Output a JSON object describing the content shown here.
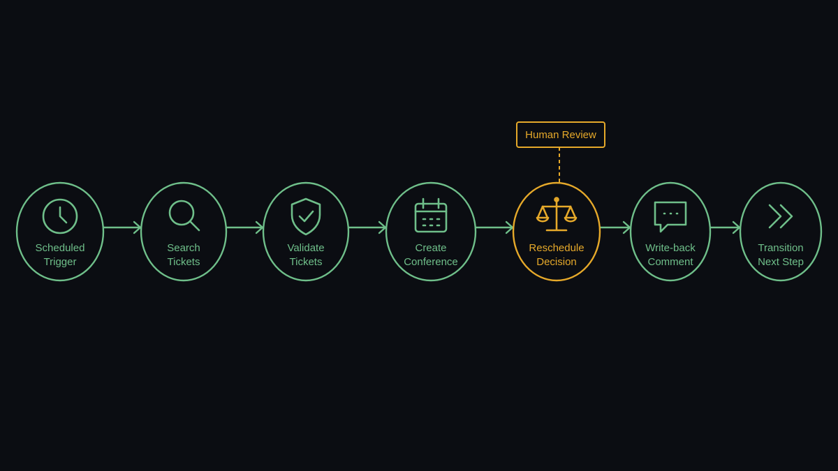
{
  "colors": {
    "background": "#0b0d12",
    "step": "#6fbf8a",
    "highlight": "#e6a92a"
  },
  "review_callout": {
    "label": "Human Review",
    "attached_to": "reschedule-decision"
  },
  "steps": [
    {
      "id": "scheduled-trigger",
      "icon": "clock-icon",
      "lines": [
        "Scheduled",
        "Trigger"
      ],
      "highlight": false
    },
    {
      "id": "search-tickets",
      "icon": "search-icon",
      "lines": [
        "Search",
        "Tickets"
      ],
      "highlight": false
    },
    {
      "id": "validate-tickets",
      "icon": "shield-check-icon",
      "lines": [
        "Validate",
        "Tickets"
      ],
      "highlight": false
    },
    {
      "id": "create-conference",
      "icon": "calendar-icon",
      "lines": [
        "Create",
        "Conference"
      ],
      "highlight": false
    },
    {
      "id": "reschedule-decision",
      "icon": "scales-icon",
      "lines": [
        "Reschedule",
        "Decision"
      ],
      "highlight": true
    },
    {
      "id": "write-back-comment",
      "icon": "chat-bubble-icon",
      "lines": [
        "Write-back",
        "Comment"
      ],
      "highlight": false
    },
    {
      "id": "transition-next-step",
      "icon": "double-chevron-right-icon",
      "lines": [
        "Transition",
        "Next Step"
      ],
      "highlight": false
    }
  ]
}
